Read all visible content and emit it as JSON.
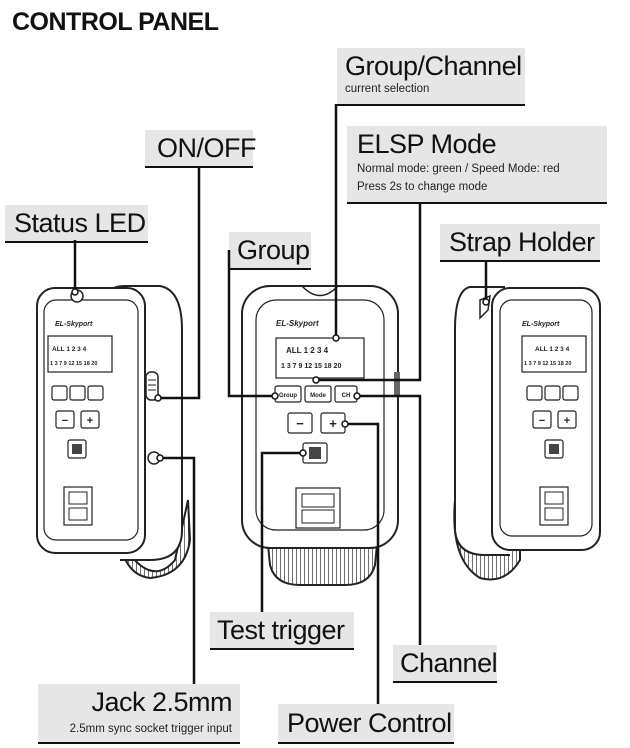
{
  "title": "CONTROL PANEL",
  "device": {
    "brand": "EL-Skyport",
    "channels_row1": "ALL 1 2 3 4",
    "channels_row2": "1 3 7 9 12 15 18 20",
    "buttons": {
      "group": "Group",
      "mode": "Mode",
      "channel": "CH",
      "minus": "−",
      "plus": "+"
    }
  },
  "callouts": {
    "group_channel": {
      "label": "Group/Channel",
      "sub": "current selection"
    },
    "on_off": {
      "label": "ON/OFF"
    },
    "elsp_mode": {
      "label": "ELSP Mode",
      "sub1": "Normal mode: green / Speed Mode: red",
      "sub2": "Press 2s to change mode"
    },
    "status_led": {
      "label": "Status LED"
    },
    "group": {
      "label": "Group"
    },
    "strap_holder": {
      "label": "Strap Holder"
    },
    "test_trigger": {
      "label": "Test trigger"
    },
    "channel": {
      "label": "Channel"
    },
    "jack": {
      "label": "Jack 2.5mm",
      "sub": "2.5mm sync socket trigger input"
    },
    "power_control": {
      "label": "Power Control"
    }
  }
}
